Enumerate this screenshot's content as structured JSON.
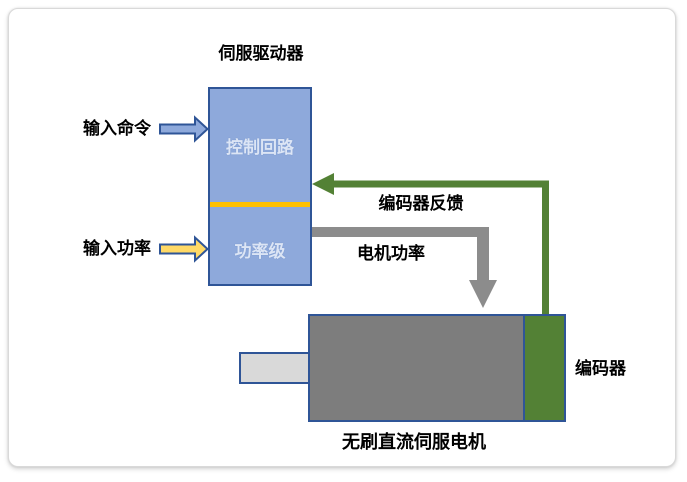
{
  "diagram": {
    "title": "伺服驱动器",
    "driver": {
      "control_loop_label": "控制回路",
      "power_stage_label": "功率级"
    },
    "input_command_label": "输入命令",
    "input_power_label": "输入功率",
    "encoder_feedback_label": "编码器反馈",
    "motor_power_label": "电机功率",
    "encoder_label": "编码器",
    "motor_label": "无刷直流伺服电机"
  },
  "colors": {
    "box_fill": "#8EA9DB",
    "box_border": "#2F5597",
    "box_text": "#DCE5F5",
    "divider_yellow": "#FFC000",
    "command_arrow_fill": "#8EA9DB",
    "power_arrow_fill": "#FFD966",
    "feedback_green": "#538135",
    "motor_power_gray": "#8C8C8C",
    "motor_body_fill": "#7D7D7D",
    "shaft_fill": "#D9D9D9",
    "label_text": "#000000"
  }
}
